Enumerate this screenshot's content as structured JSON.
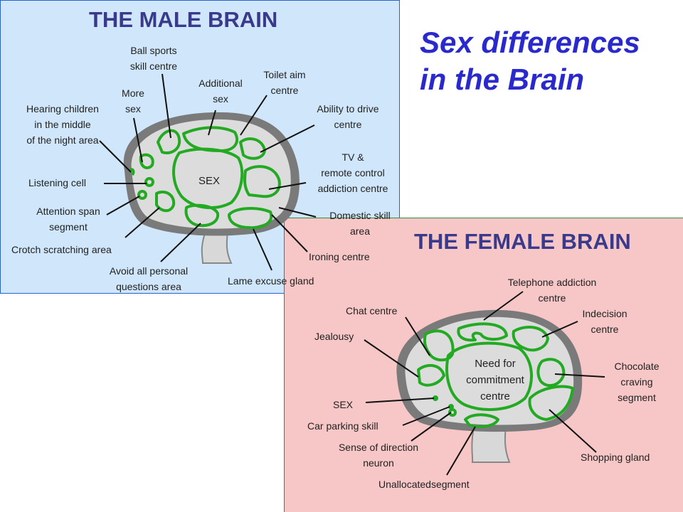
{
  "title": {
    "line1": "Sex differences",
    "line2": "in the Brain"
  },
  "male": {
    "heading": "THE MALE BRAIN",
    "center_label": "SEX",
    "labels": {
      "ball_sports": "Ball sports\nskill centre",
      "more_sex": "More\nsex",
      "additional_sex": "Additional\nsex",
      "toilet_aim": "Toilet aim\ncentre",
      "hearing_children": "Hearing children\nin the middle\nof the night area",
      "ability_drive": "Ability to drive\ncentre",
      "tv_remote": "TV &\nremote control\naddiction centre",
      "listening_cell": "Listening cell",
      "attention_span": "Attention span\nsegment",
      "domestic_skill": "Domestic skill\narea",
      "crotch": "Crotch scratching area",
      "ironing": "Ironing centre",
      "avoid_questions": "Avoid all personal\nquestions area",
      "lame_excuse": "Lame excuse gland"
    }
  },
  "female": {
    "heading": "THE FEMALE BRAIN",
    "center_label": "Need for\ncommitment\ncentre",
    "labels": {
      "telephone": "Telephone addiction\ncentre",
      "chat": "Chat centre",
      "indecision": "Indecision\ncentre",
      "jealousy": "Jealousy",
      "chocolate": "Chocolate\ncraving\nsegment",
      "sex": "SEX",
      "car_parking": "Car parking skill",
      "sense_direction": "Sense of direction\nneuron",
      "shopping": "Shopping gland",
      "unallocated": "Unallocatedsegment"
    }
  }
}
